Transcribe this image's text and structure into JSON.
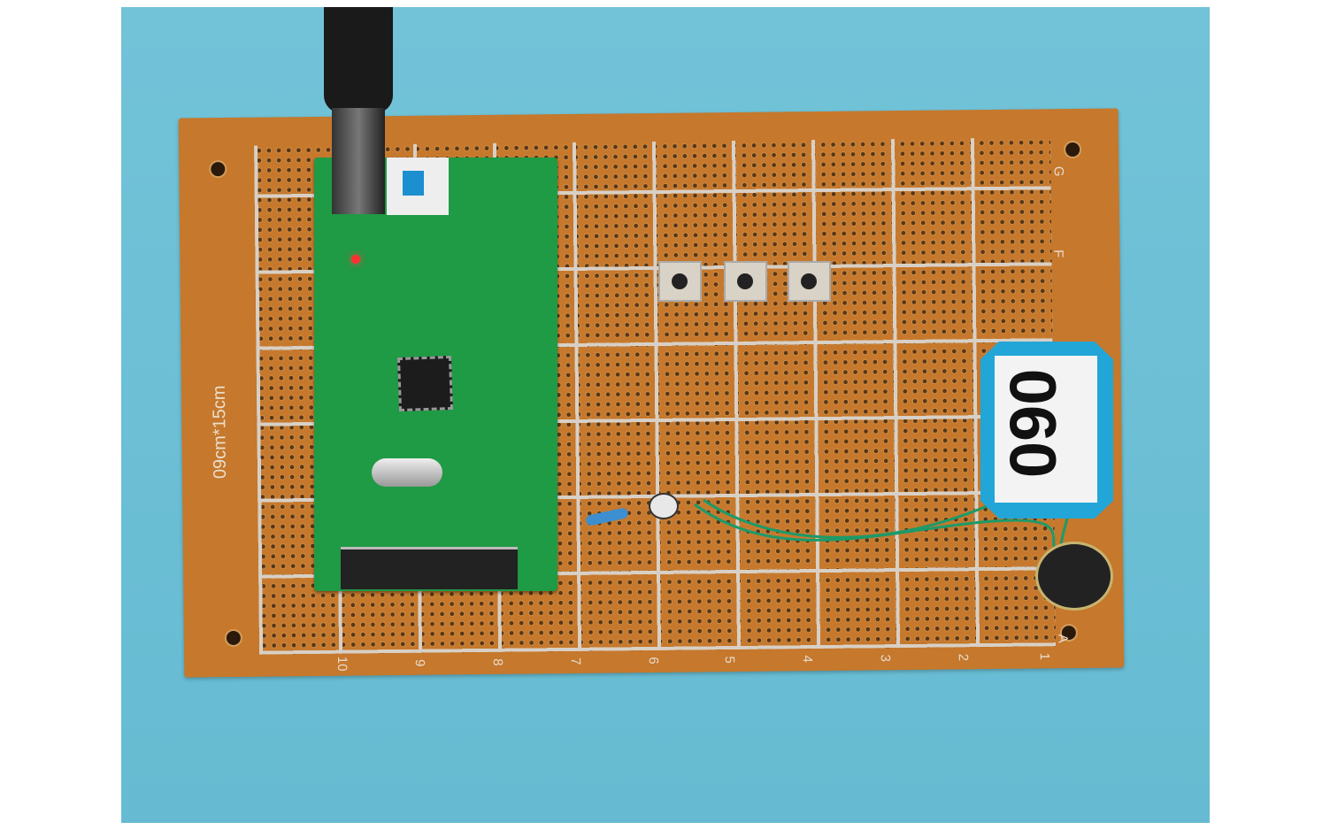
{
  "board": {
    "size_text": "09cm*15cm",
    "columns": [
      "10",
      "9",
      "8",
      "7",
      "6",
      "5",
      "4",
      "3",
      "2",
      "1"
    ],
    "rows": [
      "A",
      "F",
      "G"
    ]
  },
  "label": {
    "text": "060"
  },
  "colors": {
    "background": "#6fc0d6",
    "board": "#c6782c",
    "module": "#1f9a45",
    "label": "#22a6d8"
  }
}
